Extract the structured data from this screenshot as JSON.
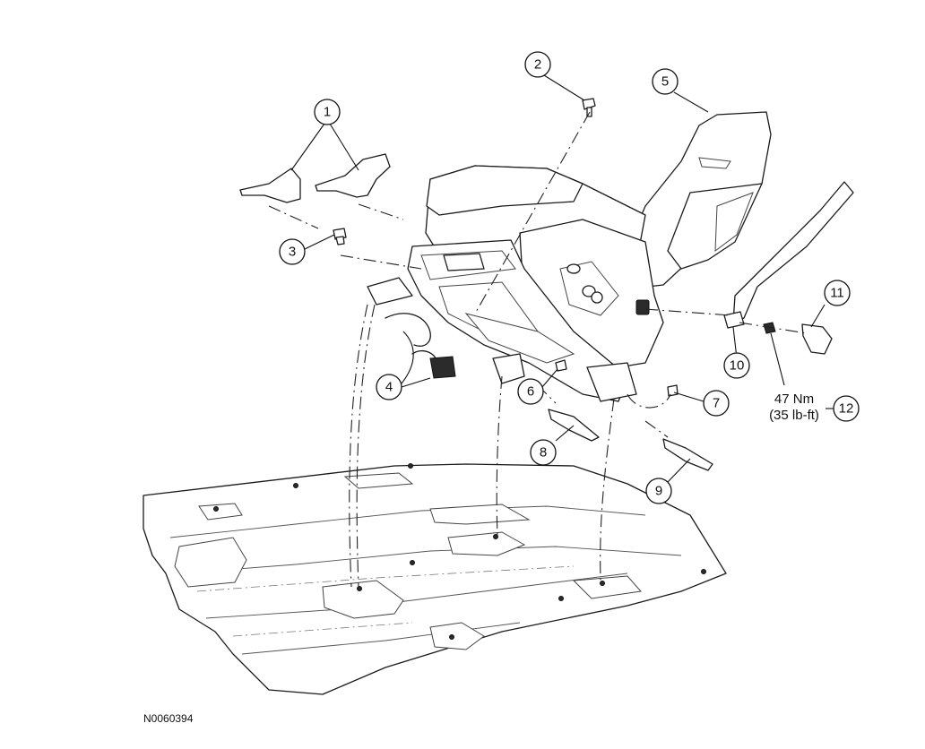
{
  "figure_id": "N0060394",
  "callouts": [
    {
      "num": "1"
    },
    {
      "num": "2"
    },
    {
      "num": "3"
    },
    {
      "num": "4"
    },
    {
      "num": "5"
    },
    {
      "num": "6"
    },
    {
      "num": "7"
    },
    {
      "num": "8"
    },
    {
      "num": "9"
    },
    {
      "num": "10"
    },
    {
      "num": "11"
    },
    {
      "num": "12"
    }
  ],
  "torque_spec": {
    "line1": "47 Nm",
    "line2": "(35 lb-ft)"
  }
}
